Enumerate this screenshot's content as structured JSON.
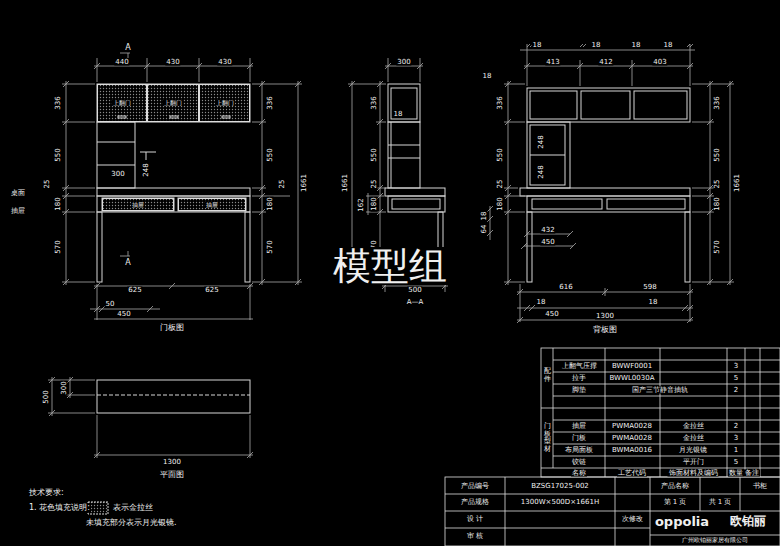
{
  "diagram": {
    "nodes": [
      {
        "text": [
          "上翻门"
        ]
      },
      {
        "text": [
          "上翻门"
        ]
      },
      {
        "text": [
          "上翻门"
        ]
      },
      {
        "text": [
          "抽屉"
        ]
      },
      {
        "text": [
          "抽屉"
        ]
      }
    ],
    "labels": [
      "440",
      "430",
      "430",
      "A",
      "336",
      "550",
      "25",
      "180",
      "570",
      "桌面",
      "抽屉",
      "300",
      "248",
      "336",
      "550",
      "25",
      "180",
      "570",
      "1661",
      "A",
      "625",
      "625",
      "50",
      "450",
      "门板图",
      "300",
      "18",
      "336",
      "550",
      "25",
      "180",
      "570",
      "1661",
      "162",
      "500",
      "A—A",
      "18",
      "18",
      "18",
      "18",
      "18",
      "413",
      "412",
      "403",
      "336",
      "550",
      "25",
      "180",
      "18",
      "64",
      "248",
      "248",
      "336",
      "550",
      "25",
      "180",
      "570",
      "1661",
      "432",
      "450",
      "616",
      "598",
      "18",
      "450",
      "18",
      "1300",
      "背板图",
      "500",
      "300",
      "1300",
      "平面图",
      "技术要求:",
      "1. 花色填充说明:",
      "未填充部分表示月光银镜.",
      "模型组",
      "配件",
      "上翻气压撑",
      "BWWF0001",
      "3",
      "拉手",
      "BWWL0030A",
      "5",
      "脚垫",
      "国产三节静音抽轨",
      "2",
      "门板型材",
      "抽屉",
      "PWMA0028",
      "金拉丝",
      "2",
      "门板",
      "PWMA0028",
      "金拉丝",
      "3",
      "布局面板",
      "BWMA0016",
      "月光银镜",
      "1",
      "铰链",
      "平开门",
      "5",
      "名称",
      "工艺代码",
      "饰面材料及编码",
      "数量",
      "备注",
      "产品编号",
      "BZSG17025-002",
      "产品名称",
      "书柜",
      "产品规格",
      "1300W×500D×1661H",
      "第 1 页",
      "共 1 页",
      "设 计",
      "次修改",
      "审 核",
      "oppolia",
      "欧铂丽",
      "广州欧铂丽家居有限公司"
    ],
    "legend": [
      {
        "text": "表示金拉丝"
      }
    ]
  }
}
